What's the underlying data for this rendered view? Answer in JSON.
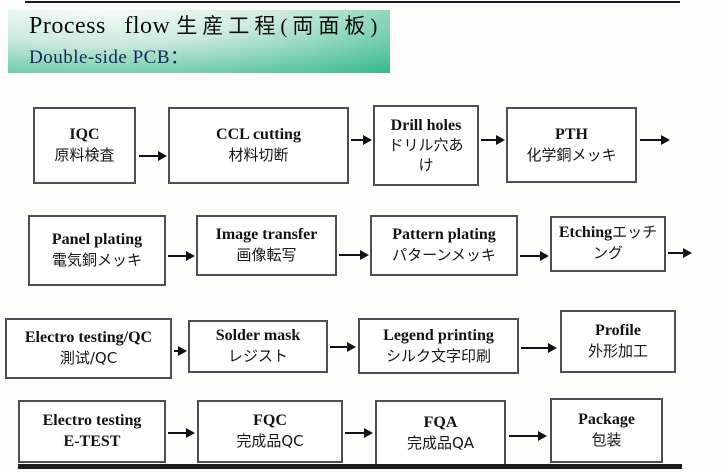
{
  "theme": {
    "banner_green": "#35b98b",
    "banner_light": "#ffffff",
    "subtitle_color": "#17275c",
    "line_color": "#1c1c1c"
  },
  "header": {
    "title_en": "Process flow",
    "title_cjk": "生産工程(両面板)",
    "subtitle": "Double-side PCB："
  },
  "flow_rows": [
    {
      "boxes": [
        {
          "en": "IQC",
          "sub": "原料検査"
        },
        {
          "en": "CCL cutting",
          "sub": "材料切断"
        },
        {
          "en": "Drill holes",
          "sub": "ドリル穴あけ"
        },
        {
          "en": "PTH",
          "sub": "化学銅メッキ"
        }
      ]
    },
    {
      "boxes": [
        {
          "en": "Panel plating",
          "sub": "電気銅メッキ"
        },
        {
          "en": "Image transfer",
          "sub": "画像転写"
        },
        {
          "en": "Pattern plating",
          "sub": "パターンメッキ"
        },
        {
          "en": "Etching",
          "sub": "エッチング"
        }
      ]
    },
    {
      "boxes": [
        {
          "en": "Electro testing/QC",
          "sub": "測试/QC"
        },
        {
          "en": "Solder mask",
          "sub": "レジスト"
        },
        {
          "en": "Legend printing",
          "sub": "シルク文字印刷"
        },
        {
          "en": "Profile",
          "sub": "外形加工"
        }
      ]
    },
    {
      "boxes": [
        {
          "en": "Electro testing",
          "sub": "E-TEST"
        },
        {
          "en": "FQC",
          "sub": "完成品QC"
        },
        {
          "en": "FQA",
          "sub": "完成品QA"
        },
        {
          "en": "Package",
          "sub": "包装"
        }
      ]
    }
  ]
}
